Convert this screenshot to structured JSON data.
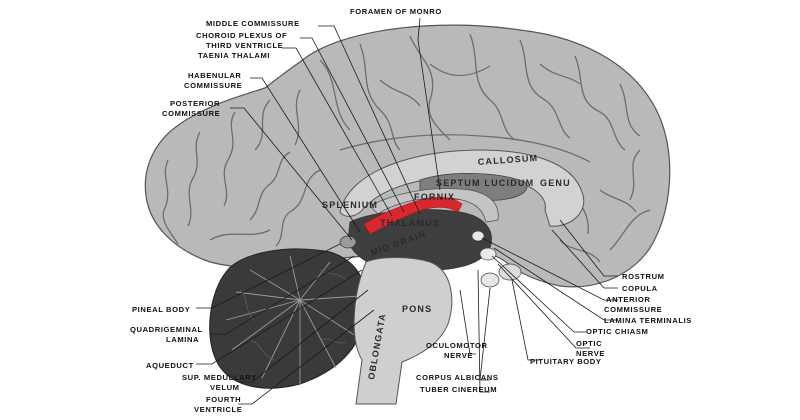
{
  "labels": {
    "foramen_of_monro": "FORAMEN OF MONRO",
    "middle_commissure": "MIDDLE COMMISSURE",
    "choroid_plexus": "CHOROID PLEXUS OF",
    "third_ventricle": "THIRD VENTRICLE",
    "taenia_thalami": "TAENIA THALAMI",
    "habenular": "HABENULAR",
    "habenular_commissure": "COMMISSURE",
    "posterior": "POSTERIOR",
    "posterior_commissure": "COMMISSURE",
    "pineal_body": "PINEAL BODY",
    "quadrigeminal": "QUADRIGEMINAL",
    "lamina": "LAMINA",
    "aqueduct": "AQUEDUCT",
    "sup_medullary": "SUP. MEDULLARY",
    "velum": "VELUM",
    "fourth": "FOURTH",
    "ventricle_4": "VENTRICLE",
    "rostrum": "ROSTRUM",
    "copula": "COPULA",
    "anterior": "ANTERIOR",
    "commissure_ant": "COMMISSURE",
    "lamina_terminalis": "LAMINA TERMINALIS",
    "optic_chiasm": "OPTIC CHIASM",
    "optic": "OPTIC",
    "nerve_optic": "NERVE",
    "pituitary_body": "PITUITARY BODY",
    "oculomotor": "OCULOMOTOR",
    "nerve_oculomotor": "NERVE",
    "corpus_albicans": "CORPUS ALBICANS",
    "tuber_cinereum": "TUBER CINEREUM"
  },
  "inner_labels": {
    "callosum": "CALLOSUM",
    "septum_lucidum": "SEPTUM LUCIDUM",
    "genu": "GENU",
    "fornix": "FORNIX",
    "splenium": "SPLENIUM",
    "thalamus": "THALAMUS",
    "mid_brain": "MID BRAIN",
    "pons": "PONS",
    "oblongata": "OBLONGATA"
  },
  "colors": {
    "cortex": "#b9b9b9",
    "cortex_dark": "#8a8a8a",
    "callosum": "#d2d2d2",
    "septum": "#7e7e7e",
    "ventricle_dark": "#3f3f3f",
    "cerebellum": "#3a3a3a",
    "brainstem": "#cfcfcf",
    "highlight": "#d8282e"
  }
}
